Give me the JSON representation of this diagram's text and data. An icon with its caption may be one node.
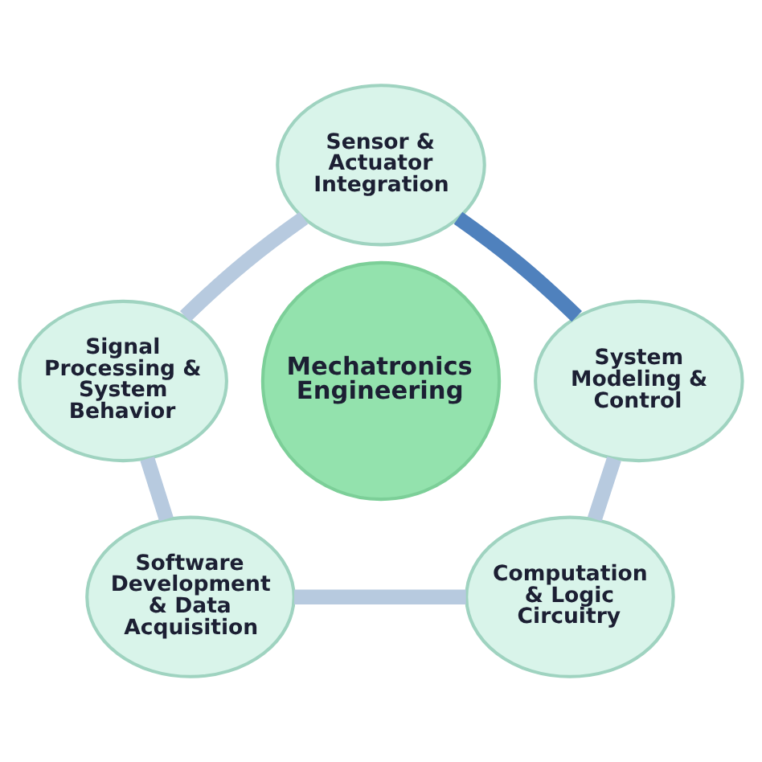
{
  "diagram": {
    "nodes": [
      {
        "text": [
          "Sensor & Actuator Integration"
        ]
      },
      {
        "text": [
          "Signal Processing & System Behavior"
        ]
      },
      {
        "text": [
          "System Modeling & Control"
        ]
      },
      {
        "text": [
          "Mechatronics Engineering"
        ]
      },
      {
        "text": [
          "Software Development & Data Acquisition"
        ]
      },
      {
        "text": [
          "Computation & Logic Circuitry"
        ]
      }
    ],
    "edges": [
      {
        "from": 0,
        "to": 1,
        "arrow": "none"
      },
      {
        "from": 0,
        "to": 2,
        "arrow": "none",
        "color": "#4f81bd"
      },
      {
        "from": 1,
        "to": 4,
        "arrow": "none"
      },
      {
        "from": 2,
        "to": 5,
        "arrow": "none"
      },
      {
        "from": 4,
        "to": 5,
        "arrow": "none"
      }
    ]
  }
}
